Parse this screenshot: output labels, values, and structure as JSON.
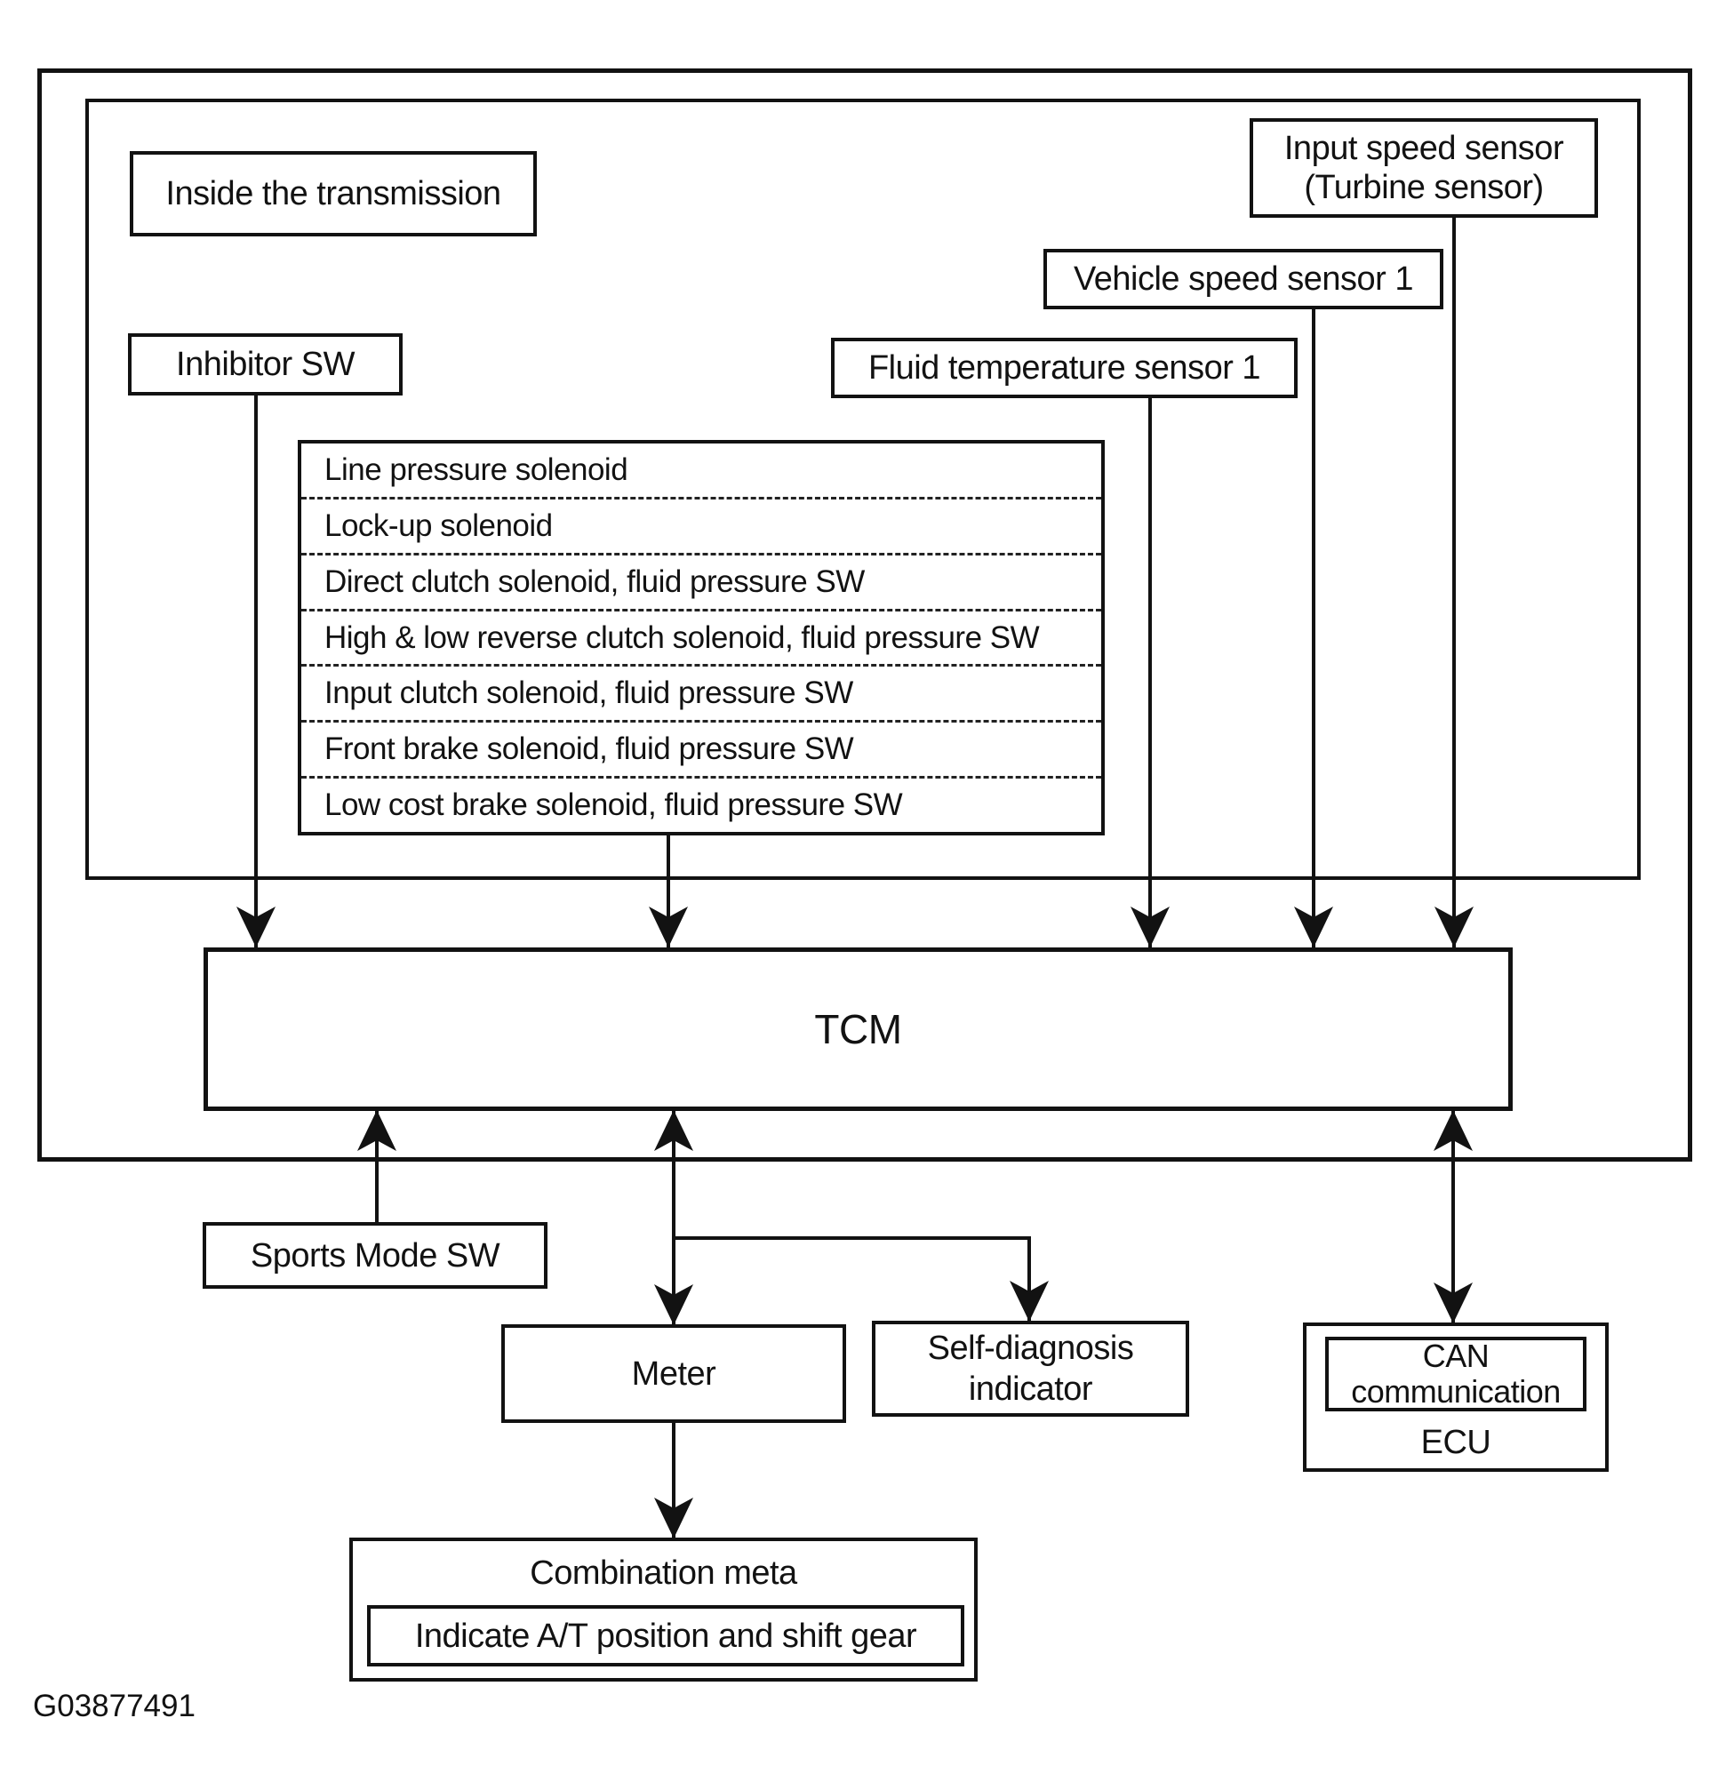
{
  "colors": {
    "ink": "#121212",
    "paper": "#ffffff"
  },
  "figure_code": "G03877491",
  "frames": {
    "inside_transmission_label": "Inside the transmission"
  },
  "sensors": {
    "input_speed": {
      "line1": "Input speed sensor",
      "line2": "(Turbine sensor)"
    },
    "vehicle_speed": "Vehicle speed sensor 1",
    "inhibitor": "Inhibitor SW",
    "fluid_temp": "Fluid temperature sensor 1"
  },
  "solenoid_box": {
    "items": [
      "Line pressure solenoid",
      "Lock-up solenoid",
      "Direct clutch solenoid, fluid pressure SW",
      "High & low reverse clutch solenoid, fluid pressure SW",
      "Input clutch solenoid, fluid pressure SW",
      "Front brake solenoid, fluid pressure SW",
      "Low cost brake solenoid, fluid pressure SW"
    ]
  },
  "tcm_label": "TCM",
  "outputs": {
    "sports_mode": "Sports Mode SW",
    "meter": "Meter",
    "self_diagnosis": {
      "line1": "Self-diagnosis",
      "line2": "indicator"
    },
    "can": {
      "line1": "CAN",
      "line2": "communication",
      "ecu": "ECU"
    },
    "combination": {
      "title": "Combination meta",
      "detail": "Indicate A/T position and shift gear"
    }
  }
}
